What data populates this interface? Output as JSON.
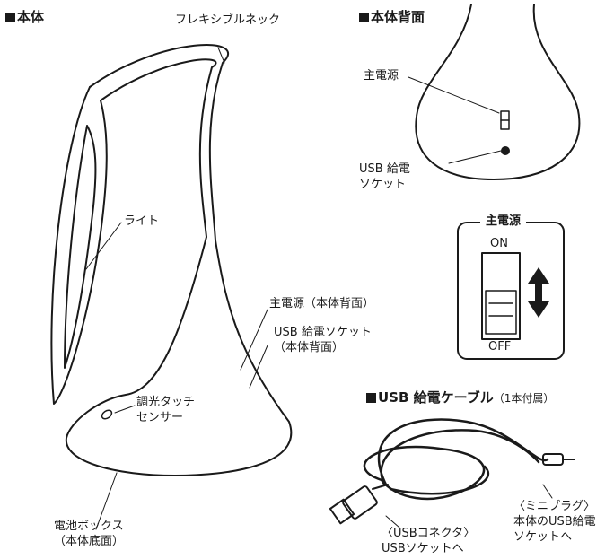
{
  "sections": {
    "body": "本体",
    "back": "本体背面",
    "cable_title": "USB 給電ケーブル",
    "cable_note": "（1本付属）"
  },
  "labels": {
    "flexible_neck": "フレキシブルネック",
    "light": "ライト",
    "main_power_back": "主電源（本体背面）",
    "usb_socket_1": "USB 給電ソケット",
    "usb_socket_2": "（本体背面）",
    "touch_1": "調光タッチ",
    "touch_2": "センサー",
    "battery_1": "電池ボックス",
    "battery_2": "（本体底面）",
    "back_main_power": "主電源",
    "back_usb_1": "USB 給電",
    "back_usb_2": "ソケット",
    "switch_title": "主電源",
    "switch_on": "ON",
    "switch_off": "OFF",
    "usb_conn_1": "〈USBコネクタ〉",
    "usb_conn_2": "USBソケットへ",
    "mini_plug_1": "〈ミニプラグ〉",
    "mini_plug_2": "本体のUSB給電",
    "mini_plug_3": "ソケットへ"
  }
}
